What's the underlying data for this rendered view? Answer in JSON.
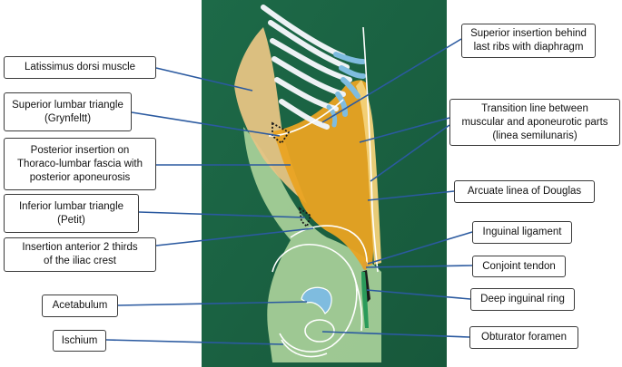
{
  "colors": {
    "background_board": "#1f6e4a",
    "muscle_orange": "#eaa322",
    "latissimus_tan": "#e6c484",
    "iliac_green": "#a9d19a",
    "rib_blue": "#7fbcdf",
    "pointer_line": "#2b5aa0"
  },
  "labels": {
    "latissimus": [
      "Latissimus dorsi muscle"
    ],
    "superior_triangle": [
      "Superior lumbar triangle",
      "(Grynfeltt)"
    ],
    "posterior_insertion": [
      "Posterior  insertion on",
      "Thoraco-lumbar fascia with",
      "posterior aponeurosis"
    ],
    "inferior_triangle": [
      "Inferior lumbar triangle",
      "(Petit)"
    ],
    "insertion_iliac": [
      "Insertion anterior 2 thirds",
      "of the iliac crest"
    ],
    "acetabulum": [
      "Acetabulum"
    ],
    "ischium": [
      "Ischium"
    ],
    "superior_insertion": [
      "Superior insertion behind",
      "last ribs with diaphragm"
    ],
    "transition_line": [
      "Transition line between",
      "muscular and aponeurotic parts",
      "(linea semilunaris)"
    ],
    "arcuate": [
      "Arcuate linea of Douglas"
    ],
    "inguinal_ligament": [
      "Inguinal ligament"
    ],
    "conjoint_tendon": [
      "Conjoint tendon"
    ],
    "deep_ring": [
      "Deep inguinal ring"
    ],
    "obturator": [
      "Obturator foramen"
    ]
  }
}
